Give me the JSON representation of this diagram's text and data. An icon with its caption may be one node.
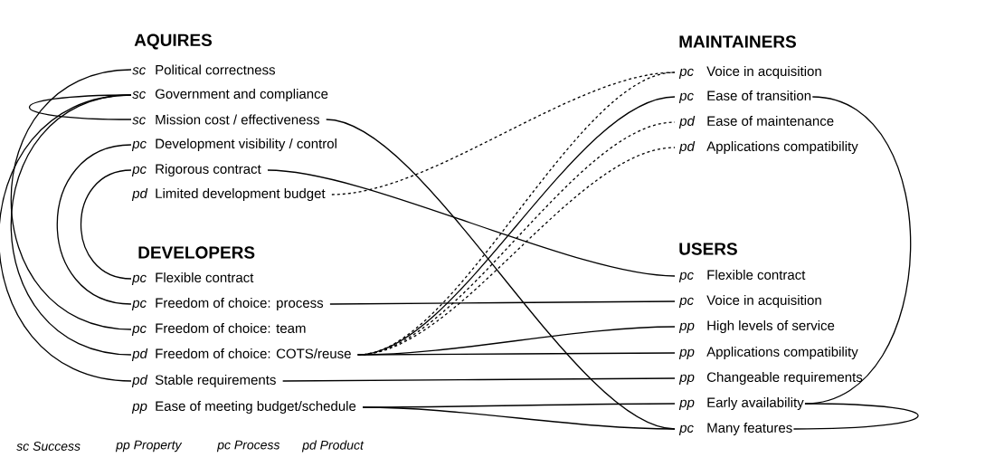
{
  "diagram": {
    "nodes": [
      {
        "text": [
          "sc",
          "Political correctness"
        ]
      },
      {
        "text": [
          "sc",
          "Government and compliance"
        ]
      },
      {
        "text": [
          "sc",
          "Mission cost / effectiveness"
        ]
      },
      {
        "text": [
          "pc",
          "Development visibility / control"
        ]
      },
      {
        "text": [
          "pc",
          "Rigorous contract"
        ]
      },
      {
        "text": [
          "pd",
          "Limited development budget"
        ]
      },
      {
        "text": [
          "pc",
          "Flexible contract"
        ]
      },
      {
        "text": [
          "pc",
          "Freedom of choice: process"
        ]
      },
      {
        "text": [
          "pc",
          "Freedom of choice: team"
        ]
      },
      {
        "text": [
          "pd",
          "Freedom of choice: COTS/reuse"
        ]
      },
      {
        "text": [
          "pd",
          "Stable requirements"
        ]
      },
      {
        "text": [
          "pp",
          "Ease of meeting budget/schedule"
        ]
      },
      {
        "text": [
          "pc",
          "Voice in acquisition"
        ]
      },
      {
        "text": [
          "pc",
          "Ease of transition"
        ]
      },
      {
        "text": [
          "pd",
          "Ease of maintenance"
        ]
      },
      {
        "text": [
          "pd",
          "Applications compatibility"
        ]
      },
      {
        "text": [
          "pc",
          "Flexible contract"
        ]
      },
      {
        "text": [
          "pc",
          "Voice in acquisition"
        ]
      },
      {
        "text": [
          "pp",
          "High levels of service"
        ]
      },
      {
        "text": [
          "pp",
          "Applications compatibility"
        ]
      },
      {
        "text": [
          "pp",
          "Changeable requirements"
        ]
      },
      {
        "text": [
          "pp",
          "Early availability"
        ]
      },
      {
        "text": [
          "pc",
          "Many features"
        ]
      }
    ],
    "edges": [
      {
        "from": 0,
        "to": 8,
        "arrow": "none"
      },
      {
        "from": 1,
        "to": 9,
        "arrow": "none"
      },
      {
        "from": 1,
        "to": 10,
        "arrow": "none"
      },
      {
        "from": 1,
        "to": 2,
        "arrow": "none"
      },
      {
        "from": 3,
        "to": 7,
        "arrow": "none"
      },
      {
        "from": 4,
        "to": 6,
        "arrow": "none"
      },
      {
        "from": 2,
        "to": 22,
        "arrow": "none"
      },
      {
        "from": 4,
        "to": 16,
        "arrow": "none"
      },
      {
        "from": 5,
        "to": 12,
        "arrow": "none",
        "style": "dashed"
      },
      {
        "from": 9,
        "to": 13,
        "arrow": "none"
      },
      {
        "from": 9,
        "to": 14,
        "arrow": "none",
        "style": "dashed"
      },
      {
        "from": 9,
        "to": 15,
        "arrow": "none",
        "style": "dashed"
      },
      {
        "from": 9,
        "to": 12,
        "arrow": "none",
        "style": "dashed"
      },
      {
        "from": 7,
        "to": 17,
        "arrow": "none"
      },
      {
        "from": 9,
        "to": 18,
        "arrow": "none"
      },
      {
        "from": 9,
        "to": 19,
        "arrow": "none"
      },
      {
        "from": 10,
        "to": 20,
        "arrow": "none"
      },
      {
        "from": 11,
        "to": 21,
        "arrow": "none"
      },
      {
        "from": 11,
        "to": 22,
        "arrow": "none"
      },
      {
        "from": 13,
        "to": 21,
        "arrow": "none"
      },
      {
        "from": 21,
        "to": 22,
        "arrow": "none"
      }
    ],
    "labels": [
      "AQUIRES",
      "MAINTAINERS",
      "DEVELOPERS",
      "USERS",
      "sc Success",
      "pp Property",
      "pc Process",
      "pd Product"
    ]
  }
}
